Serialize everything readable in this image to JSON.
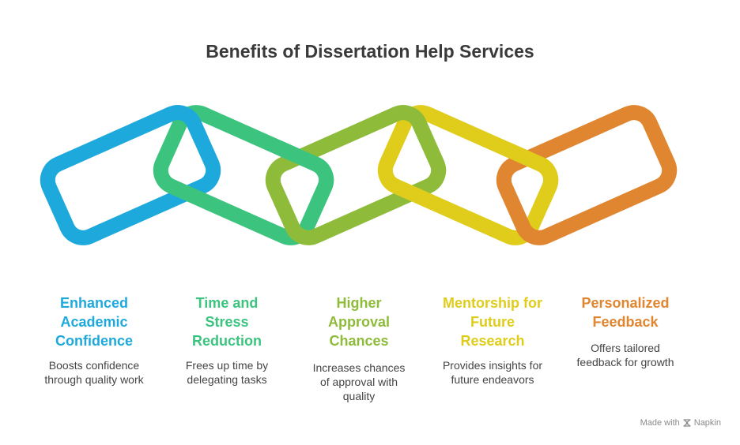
{
  "title": "Benefits of Dissertation Help Services",
  "benefits": [
    {
      "title_lines": [
        "Enhanced",
        "Academic",
        "Confidence"
      ],
      "desc_lines": [
        "Boosts confidence",
        "through quality work"
      ],
      "color": "#1ea9dc"
    },
    {
      "title_lines": [
        "Time and",
        "Stress",
        "Reduction"
      ],
      "desc_lines": [
        "Frees up time by",
        "delegating tasks"
      ],
      "color": "#3cc47f"
    },
    {
      "title_lines": [
        "Higher",
        "Approval",
        "Chances"
      ],
      "desc_lines": [
        "Increases chances",
        "of approval with",
        "quality"
      ],
      "color": "#8ebc3a"
    },
    {
      "title_lines": [
        "Mentorship for",
        "Future",
        "Research"
      ],
      "desc_lines": [
        "Provides insights for",
        "future endeavors"
      ],
      "color": "#dfcc1b"
    },
    {
      "title_lines": [
        "Personalized",
        "Feedback"
      ],
      "desc_lines": [
        "Offers tailored",
        "feedback for growth"
      ],
      "color": "#e08630"
    }
  ],
  "footer": {
    "made_with": "Made with",
    "brand": "Napkin",
    "icon": "napkin-logo-icon"
  }
}
